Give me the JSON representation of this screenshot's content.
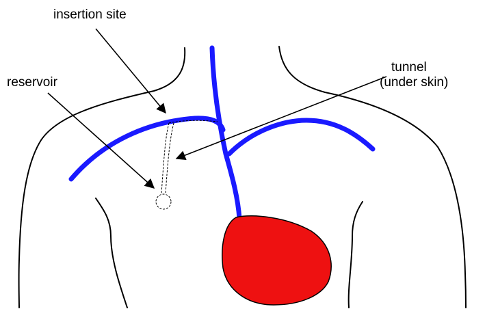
{
  "labels": {
    "insertion_site": "insertion site",
    "reservoir": "reservoir",
    "tunnel_line1": "tunnel",
    "tunnel_line2": "(under skin)"
  },
  "colors": {
    "outline": "#000000",
    "vein": "#1a1aff",
    "heart": "#ee1111",
    "background": "#ffffff"
  }
}
